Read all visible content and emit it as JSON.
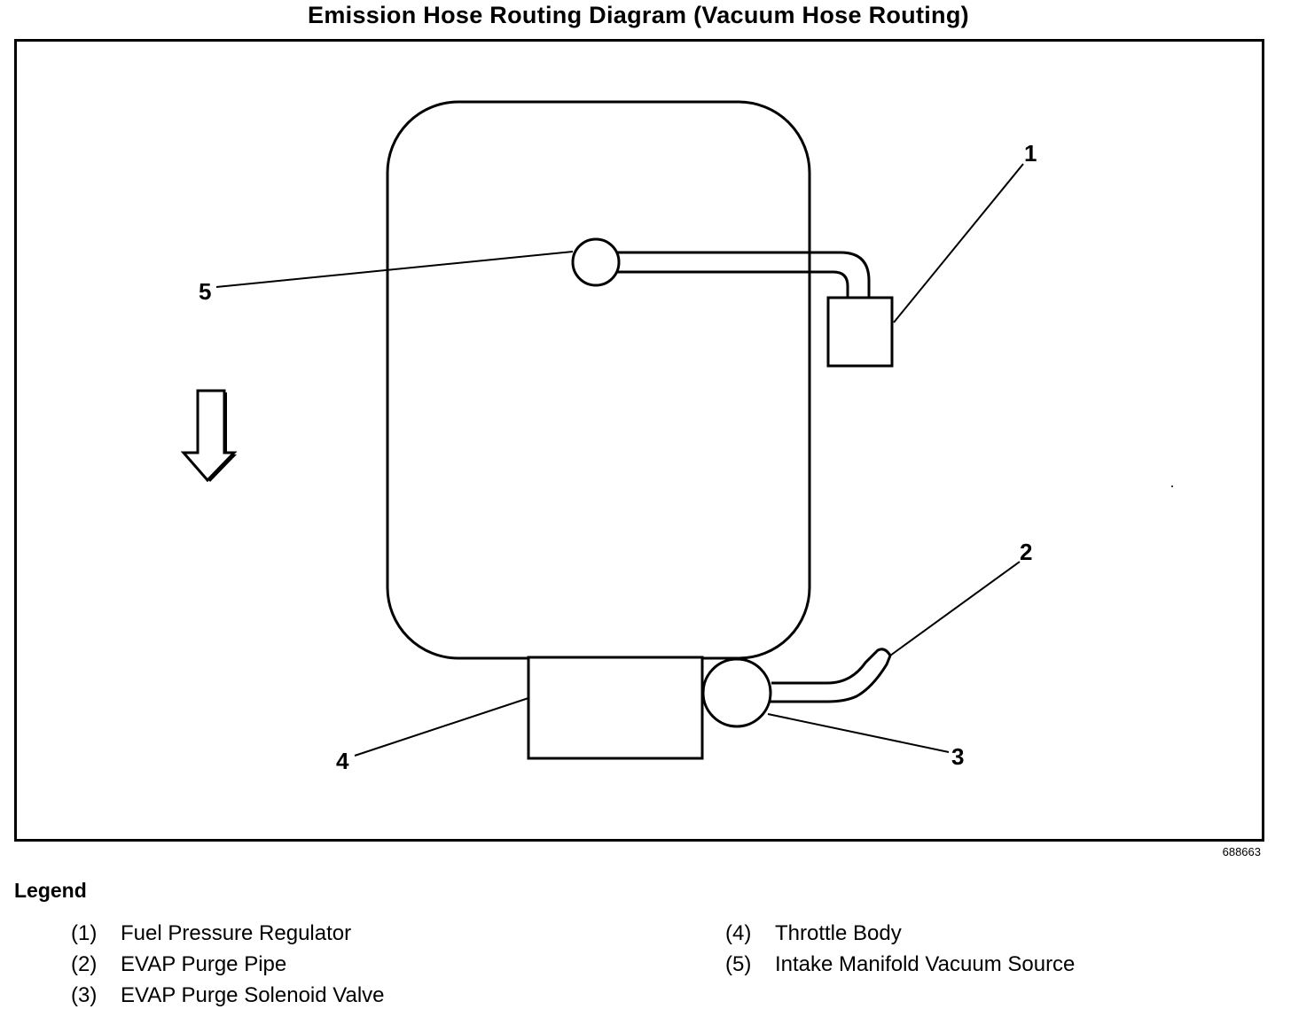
{
  "title": "Emission Hose Routing Diagram (Vacuum Hose Routing)",
  "figure_id": "688663",
  "callouts": [
    "1",
    "2",
    "3",
    "4",
    "5"
  ],
  "legend": {
    "heading": "Legend",
    "left": [
      {
        "num": "(1)",
        "label": "Fuel Pressure Regulator"
      },
      {
        "num": "(2)",
        "label": "EVAP Purge Pipe"
      },
      {
        "num": "(3)",
        "label": "EVAP Purge Solenoid Valve"
      }
    ],
    "right": [
      {
        "num": "(4)",
        "label": "Throttle Body"
      },
      {
        "num": "(5)",
        "label": "Intake Manifold Vacuum Source"
      }
    ]
  },
  "icons": {
    "direction_arrow": "arrow-down-outline-icon"
  }
}
